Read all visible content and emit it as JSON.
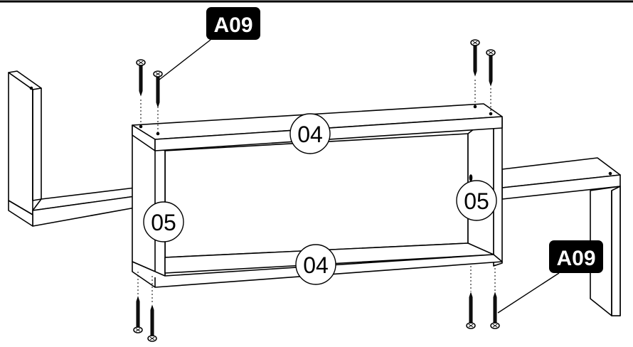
{
  "parts": {
    "shelf_top": "04",
    "shelf_bottom": "04",
    "side_left": "05",
    "side_right": "05"
  },
  "callouts": {
    "screw_top": "A09",
    "screw_bottom": "A09"
  }
}
